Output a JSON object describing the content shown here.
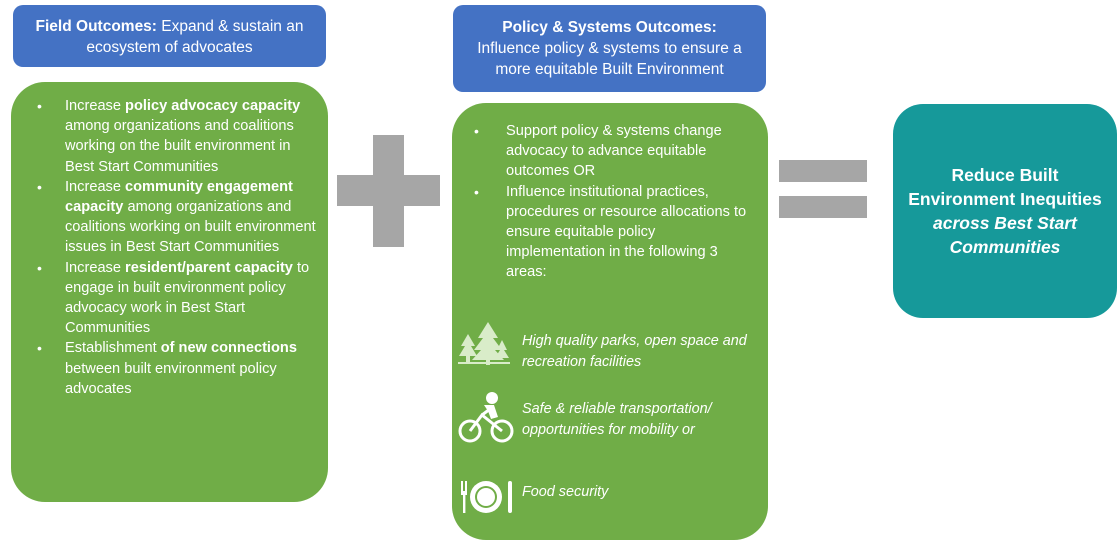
{
  "field": {
    "header_bold": "Field Outcomes:",
    "header_rest": " Expand & sustain an ecosystem of advocates",
    "items": [
      {
        "pre": "Increase ",
        "bold": "policy advocacy capacity",
        "post": " among organizations and coalitions working on the built environment in Best Start Communities"
      },
      {
        "pre": "Increase ",
        "bold": "community engagement capacity",
        "post": " among organizations and coalitions working on built environment issues in Best Start Communities"
      },
      {
        "pre": "Increase ",
        "bold": "resident/parent capacity",
        "post": " to engage in built environment policy advocacy work in Best Start Communities"
      },
      {
        "pre": "Establishment ",
        "bold": "of new connections",
        "post": " between built environment policy advocates"
      }
    ]
  },
  "policy": {
    "header_bold": "Policy & Systems Outcomes:",
    "header_rest": "Influence policy & systems to ensure a more equitable Built Environment",
    "items": [
      "Support policy & systems change advocacy to advance equitable outcomes OR",
      "Influence institutional practices, procedures or resource allocations to ensure equitable policy implementation in the following 3 areas:"
    ],
    "areas": {
      "parks": "High quality parks, open space and recreation facilities",
      "transport": "Safe & reliable transportation/ opportunities for mobility or",
      "food": "Food security"
    }
  },
  "result": {
    "line1": "Reduce Built Environment Inequities",
    "italic": "across Best Start Communities"
  },
  "colors": {
    "header_blue": "#4472C4",
    "panel_green": "#70AD47",
    "result_teal": "#16999A",
    "operator_gray": "#A6A6A6"
  },
  "icons": {
    "plus": "plus-icon",
    "equals": "equals-icon",
    "parks": "trees-icon",
    "transport": "cyclist-icon",
    "food": "plate-fork-knife-icon"
  }
}
